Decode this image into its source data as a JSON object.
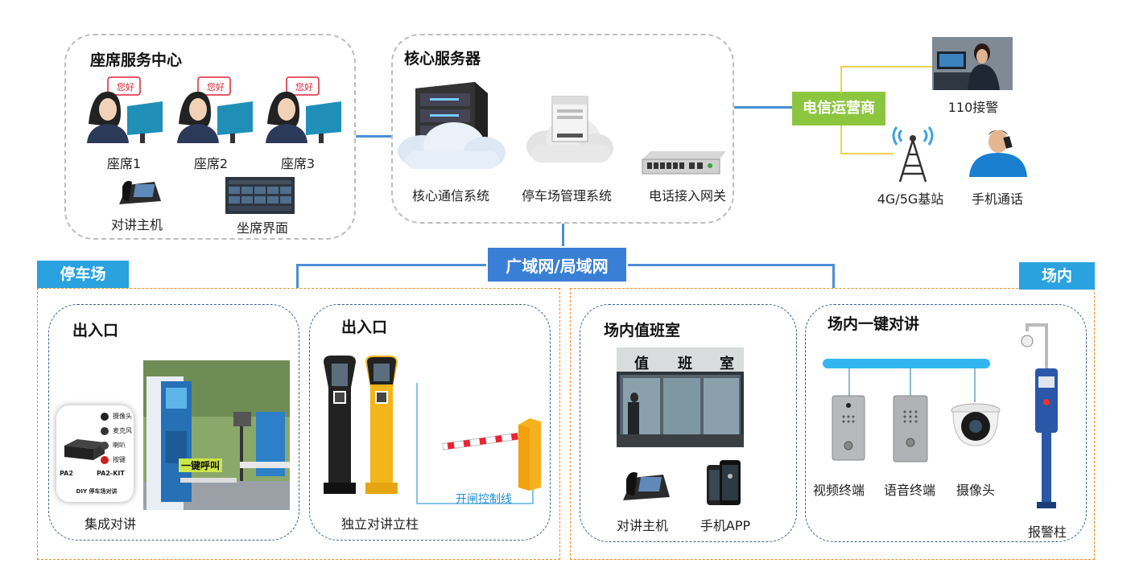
{
  "agent_center": {
    "title": "座席服务中心",
    "agents": [
      {
        "label": "座席1",
        "bubble": "您好"
      },
      {
        "label": "座席2",
        "bubble": "您好"
      },
      {
        "label": "座席3",
        "bubble": "您好"
      }
    ],
    "intercom_host": "对讲主机",
    "agent_ui": "坐席界面"
  },
  "core_server": {
    "title": "核心服务器",
    "items": [
      "核心通信系统",
      "停车场管理系统",
      "电话接入网关"
    ]
  },
  "telecom": {
    "label": "电信运营商",
    "police": "110接警",
    "base_station": "4G/5G基站",
    "mobile_call": "手机通话"
  },
  "network": {
    "label": "广域网/局域网"
  },
  "parking": {
    "tag": "停车场",
    "entrance1": {
      "title": "出入口",
      "caption": "集成对讲",
      "kit_labels": [
        "摄像头",
        "麦克风",
        "喇叭",
        "按键"
      ],
      "pa2": "PA2",
      "pa2kit": "PA2-KIT",
      "diy": "DIY 停车场对讲",
      "callout": "一键呼叫"
    },
    "entrance2": {
      "title": "出入口",
      "caption": "独立对讲立柱",
      "gate_line": "开闸控制线"
    }
  },
  "indoor": {
    "tag": "场内",
    "duty_room": {
      "title": "场内值班室",
      "sign": [
        "值",
        "班",
        "室"
      ],
      "intercom_host": "对讲主机",
      "mobile_app": "手机APP"
    },
    "one_key": {
      "title": "场内一键对讲",
      "items": [
        "视频终端",
        "语音终端",
        "摄像头"
      ],
      "alarm": "报警柱"
    }
  },
  "colors": {
    "link": "#4a8fd6",
    "tag": "#2aa2df",
    "telecom": "#8cc63f",
    "network": "#3a7fd6",
    "zone": "#f08a2a"
  }
}
